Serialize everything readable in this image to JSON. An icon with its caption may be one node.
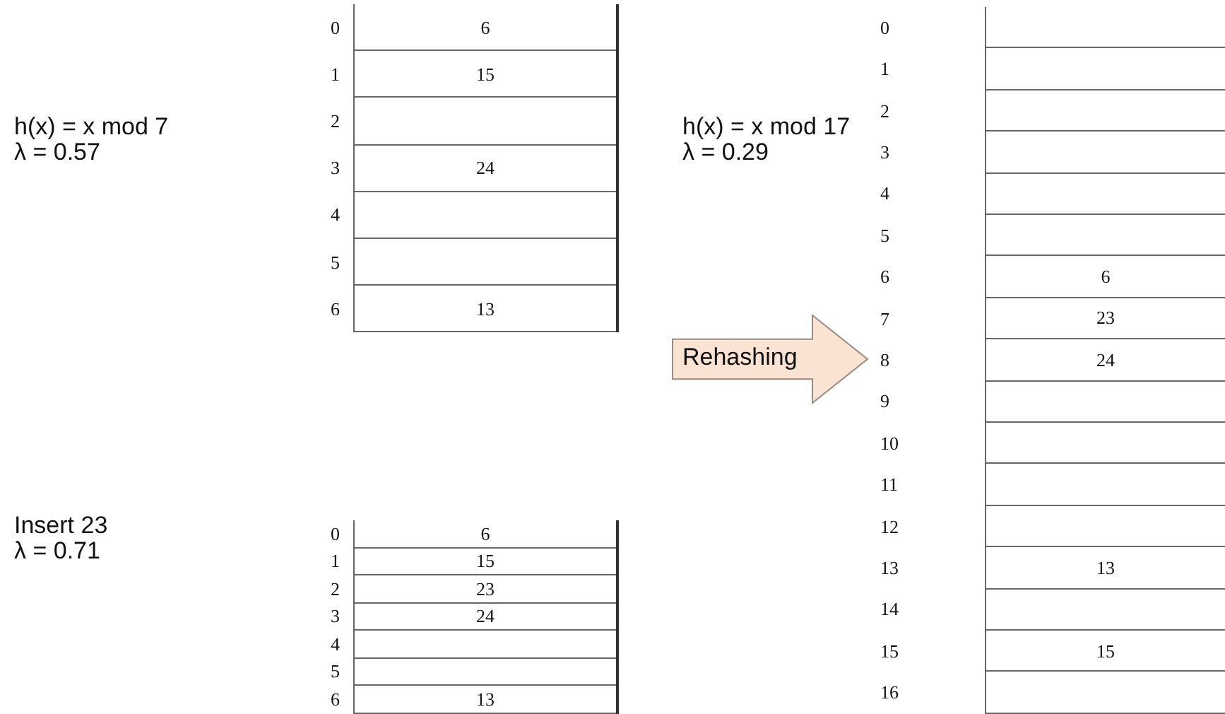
{
  "diagram": {
    "nodes": [
      {
        "text": [
          "Rehashing"
        ]
      }
    ],
    "edges": [],
    "labels": [
      "h(x) = x mod 7",
      "λ = 0.57",
      "0",
      "6",
      "1",
      "15",
      "2",
      "3",
      "24",
      "4",
      "5",
      "6",
      "13",
      "Insert 23",
      "λ = 0.71",
      "0",
      "6",
      "1",
      "15",
      "2",
      "23",
      "3",
      "24",
      "4",
      "5",
      "6",
      "13",
      "h(x) = x mod 17",
      "λ = 0.29",
      "0",
      "1",
      "2",
      "3",
      "4",
      "5",
      "6",
      "6",
      "7",
      "23",
      "8",
      "24",
      "9",
      "10",
      "11",
      "12",
      "13",
      "13",
      "14",
      "15",
      "15",
      "16"
    ]
  }
}
